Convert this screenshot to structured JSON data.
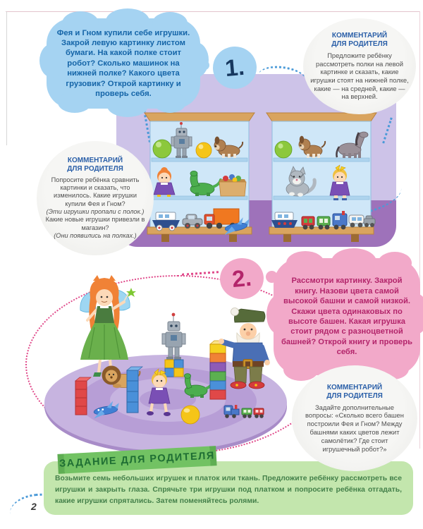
{
  "page": {
    "number": "2"
  },
  "task1": {
    "badge": "1.",
    "bubble_text": "Фея и Гном купили себе игрушки. Закрой левую картинку листом бумаги. На какой полке стоит робот? Сколько машинок на нижней полке? Какого цвета грузовик? Открой картинку и проверь себя."
  },
  "comment_top_right": {
    "title_line1": "КОММЕНТАРИЙ",
    "title_line2": "ДЛЯ РОДИТЕЛЯ",
    "body": "Предложите ребёнку рассмотреть полки на левой картинке и сказать, какие игрушки стоят на нижней полке, какие — на средней, какие — на верхней."
  },
  "comment_left": {
    "title_line1": "КОММЕНТАРИЙ",
    "title_line2": "ДЛЯ РОДИТЕЛЯ",
    "body1": "Попросите ребёнка сравнить картинки и сказать, что изменилось. Какие игрушки купили Фея и Гном?",
    "note1": "(Эти игрушки пропали с полок.)",
    "body2": "Какие новые игрушки привезли в магазин?",
    "note2": "(Они появились на полках.)"
  },
  "task2": {
    "badge": "2.",
    "bubble_text": "Рассмотри картинку. Закрой книгу. Назови цвета самой высокой башни и самой низкой. Скажи цвета одинаковых по высоте башен. Какая игрушка стоит рядом с разноцветной башней? Открой книгу и проверь себя."
  },
  "comment_bottom_right": {
    "title_line1": "КОММЕНТАРИЙ",
    "title_line2": "ДЛЯ РОДИТЕЛЯ",
    "body": "Задайте дополнительные вопросы: «Сколько всего башен построили Фея и Гном? Между башнями каких цветов лежит самолётик? Где стоит игрушечный робот?»"
  },
  "parent_task": {
    "ribbon": "ЗАДАНИЕ ДЛЯ РОДИТЕЛЯ",
    "body": "Возьмите семь небольших игрушек и платок или ткань. Предложите ребёнку рассмотреть все игрушки и закрыть глаза. Спрячьте три игрушки под платком и попросите ребёнка отгадать, какие игрушки спрятались. Затем поменяйтесь ролями."
  },
  "illustrations": {
    "shelf_left": {
      "top_shelf": [
        "green ball",
        "robot",
        "yellow ball",
        "dog"
      ],
      "middle_shelf": [
        "doll",
        "dinosaur",
        "box of blocks"
      ],
      "bottom_shelf": [
        "ship",
        "gray car",
        "orange truck",
        "blue airplane"
      ]
    },
    "shelf_right": {
      "top_shelf": [
        "green ball",
        "dog",
        "horse"
      ],
      "middle_shelf": [
        "cat",
        "doll"
      ],
      "bottom_shelf": [
        "ship",
        "train",
        "white car",
        "gray car"
      ]
    },
    "scene": {
      "characters": [
        "fairy",
        "gnome"
      ],
      "toys": [
        "robot on blocks",
        "lion",
        "doll",
        "dinosaur",
        "rainbow tower",
        "red tower",
        "blue tower",
        "airplane",
        "yellow ball",
        "train"
      ]
    }
  },
  "colors": {
    "task1_bubble": "#a5d3f2",
    "task1_text": "#1565a8",
    "task2_bubble": "#f2a9c9",
    "task2_text": "#b3256b",
    "comment_title": "#2a5fa8",
    "comment_body": "#4f4f4f",
    "panel_wall": "#cdc3e8",
    "panel_floor": "#9e72ba",
    "ribbon_bg": "#72c263",
    "ribbon_text": "#1e6e33",
    "footer_bg": "#c3e6ad",
    "footer_text": "#44804a"
  }
}
